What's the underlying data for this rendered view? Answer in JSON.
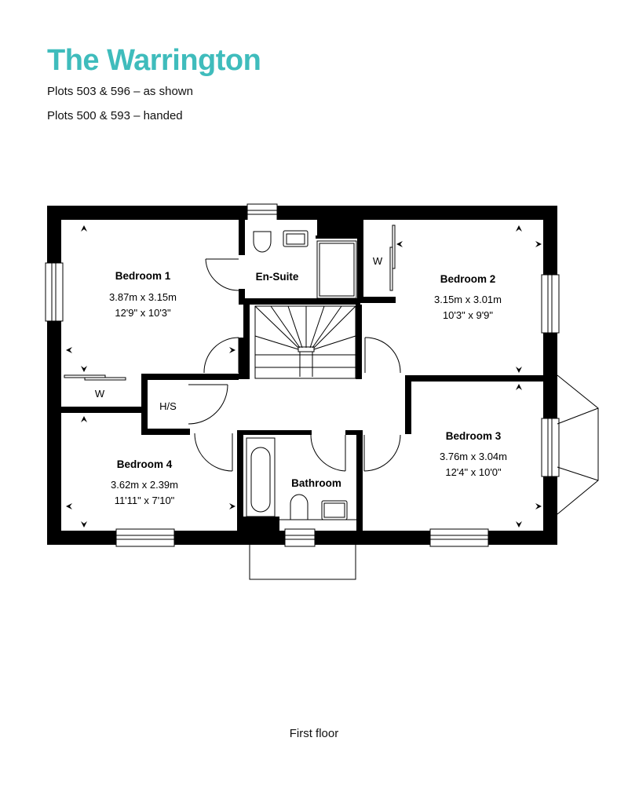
{
  "header": {
    "title": "The Warrington",
    "plots_as_shown": "Plots 503 & 596 – as shown",
    "plots_handed": "Plots 500 & 593 – handed"
  },
  "colors": {
    "title": "#3fbcbc",
    "walls": "#000000",
    "background": "#ffffff"
  },
  "rooms": {
    "bedroom1": {
      "name": "Bedroom 1",
      "metric": "3.87m x 3.15m",
      "imperial": "12'9\" x 10'3\""
    },
    "bedroom2": {
      "name": "Bedroom 2",
      "metric": "3.15m x 3.01m",
      "imperial": "10'3\" x 9'9\""
    },
    "bedroom3": {
      "name": "Bedroom 3",
      "metric": "3.76m x 3.04m",
      "imperial": "12'4\" x 10'0\""
    },
    "bedroom4": {
      "name": "Bedroom 4",
      "metric": "3.62m x 2.39m",
      "imperial": "11'11\" x 7'10\""
    },
    "ensuite": {
      "name": "En-Suite"
    },
    "bathroom": {
      "name": "Bathroom"
    },
    "wardrobe1": {
      "name": "W"
    },
    "wardrobe2": {
      "name": "W"
    },
    "hot_store": {
      "name": "H/S"
    }
  },
  "footer": {
    "floor_label": "First floor"
  }
}
